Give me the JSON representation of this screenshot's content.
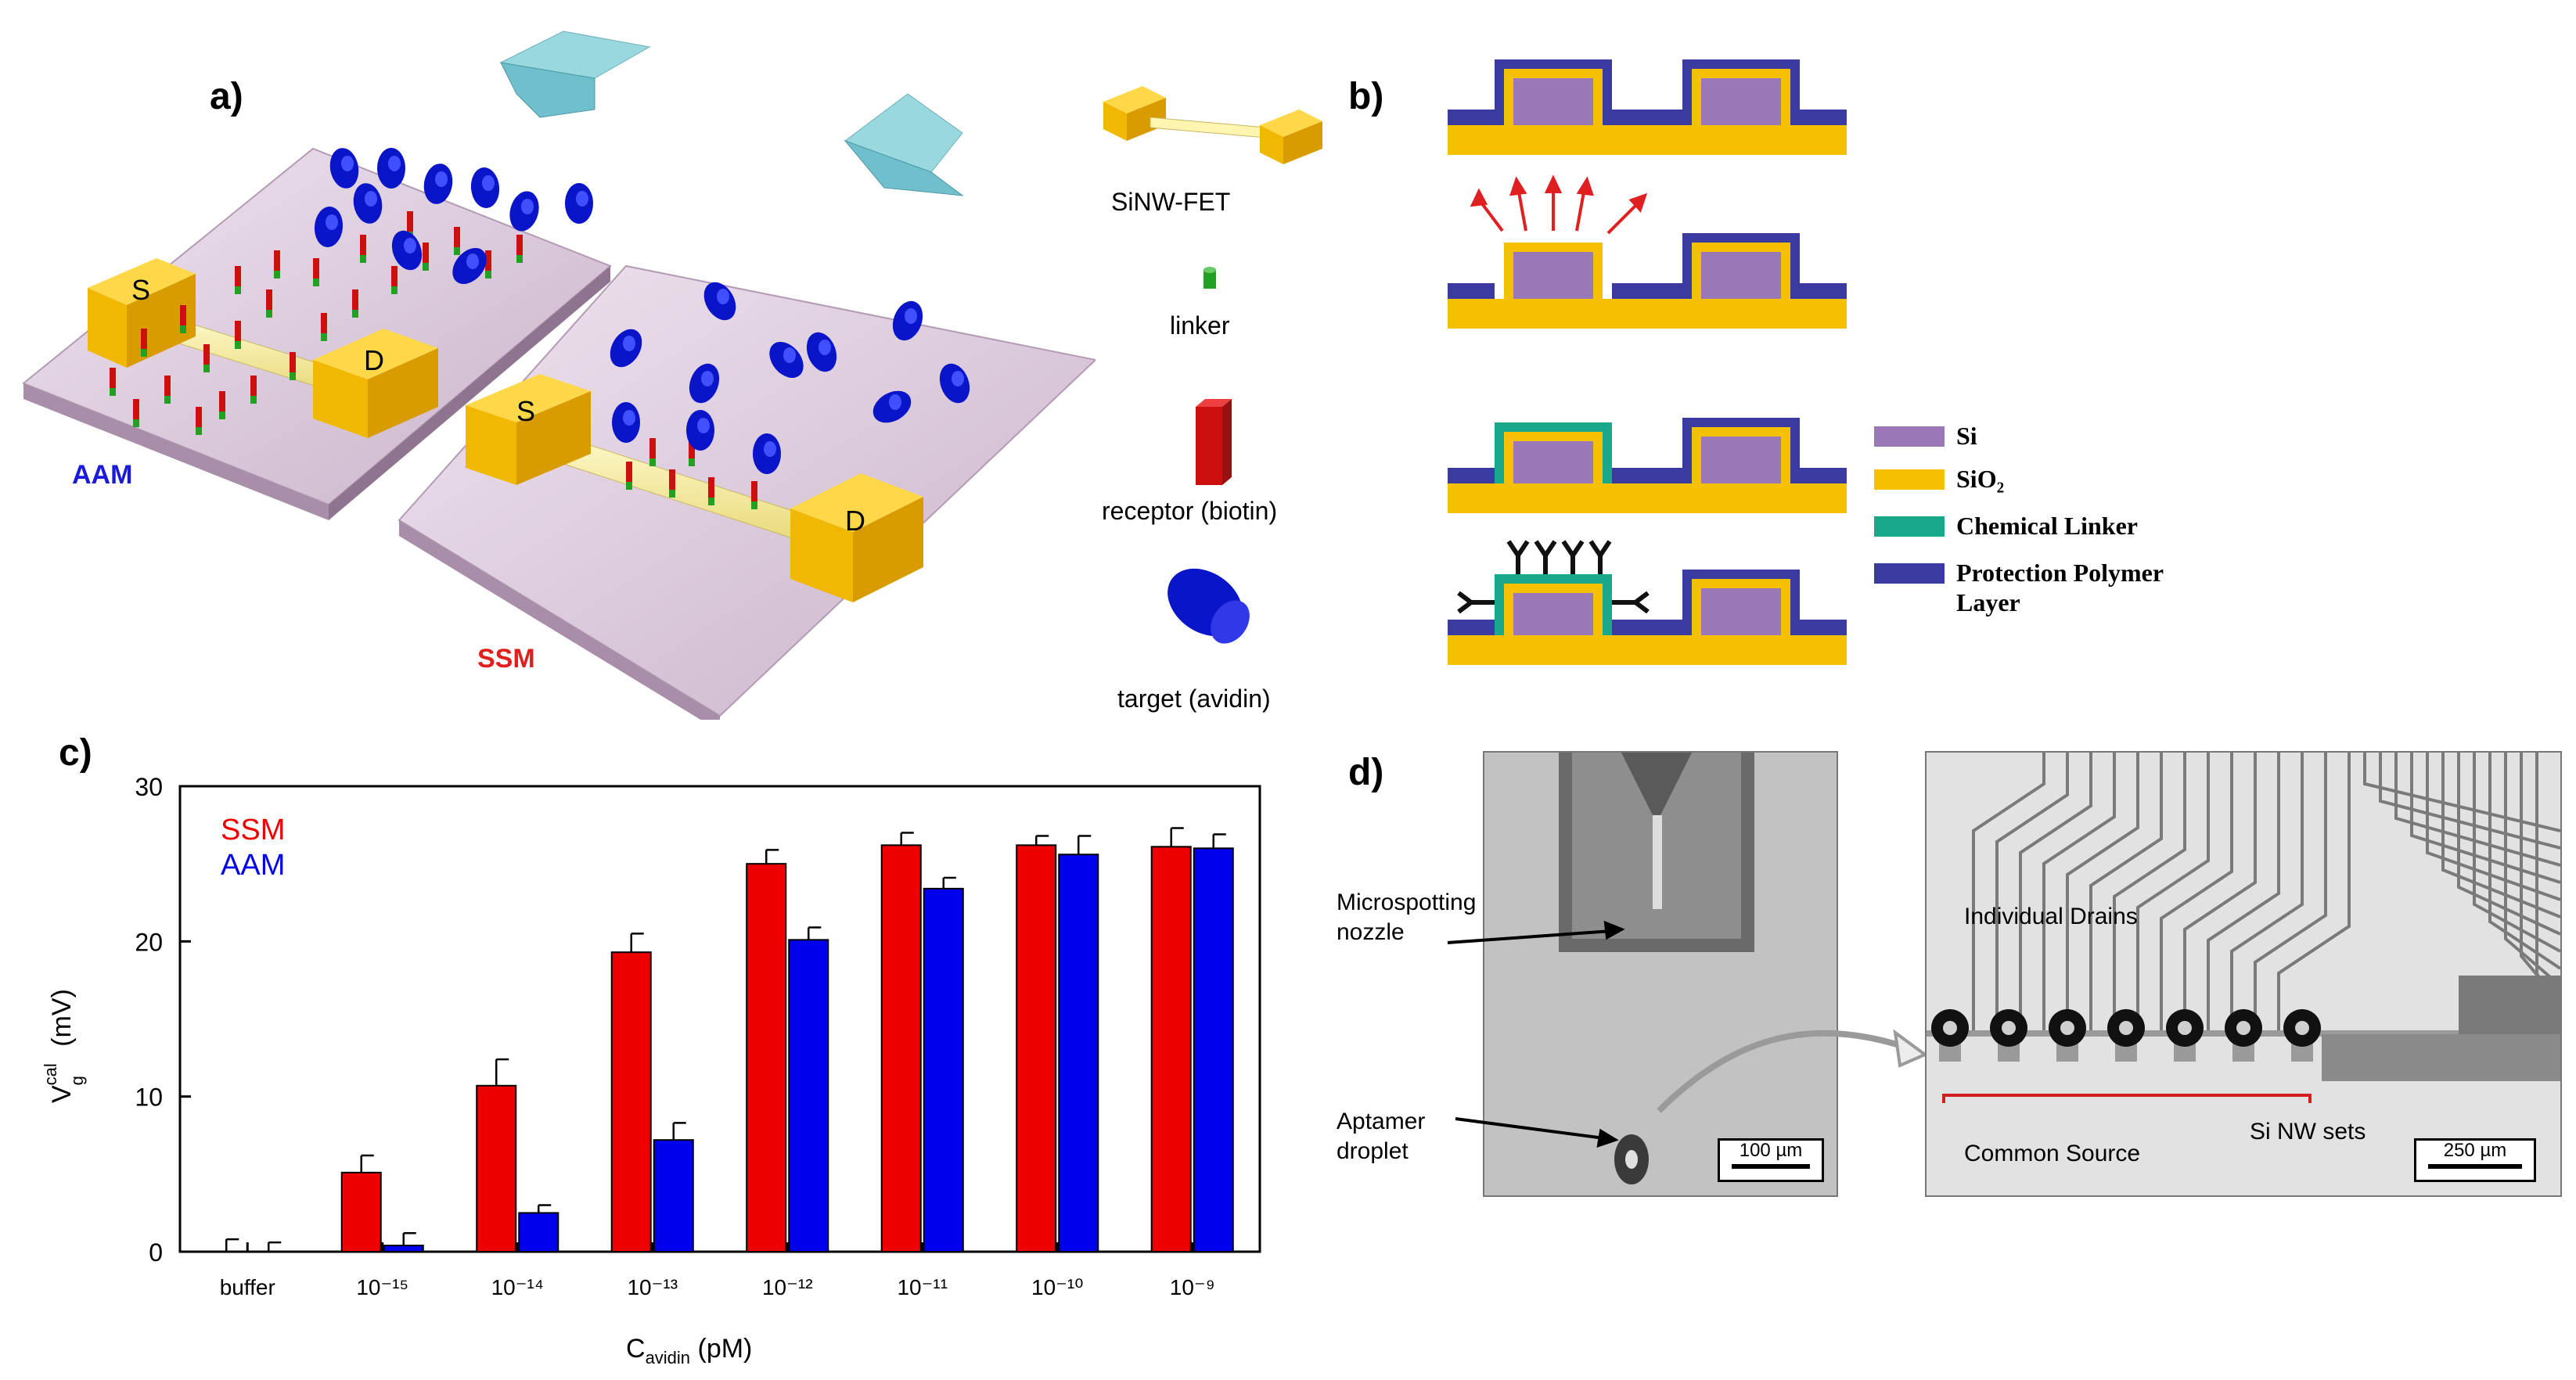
{
  "panels": {
    "a": {
      "letter": "a)",
      "label_aam": "AAM",
      "label_ssm": "SSM",
      "electrode_s": "S",
      "electrode_d": "D",
      "legend": [
        {
          "label": "SiNW-FET",
          "icon": "sinw-fet-icon"
        },
        {
          "label": "linker",
          "icon": "linker-icon"
        },
        {
          "label": "receptor (biotin)",
          "icon": "receptor-icon"
        },
        {
          "label": "target (avidin)",
          "icon": "target-icon"
        }
      ],
      "colors": {
        "aam": "#1a1adb",
        "ssm": "#e0201f",
        "electrode": "#f5c000",
        "substrate": "#d8c6d8",
        "target": "#0a14c8",
        "receptor": "#cc1010",
        "linker": "#22a022"
      }
    },
    "b": {
      "letter": "b)",
      "legend": [
        {
          "label": "Si",
          "color": "#9a78b8"
        },
        {
          "label": "SiO₂",
          "color": "#f5c000"
        },
        {
          "label": "Chemical Linker",
          "color": "#1aa88a"
        },
        {
          "label": "Protection Polymer Layer",
          "color": "#3a3aa0"
        }
      ]
    },
    "c": {
      "letter": "c)",
      "legend_ssm": "SSM",
      "legend_aam": "AAM",
      "ylabel_main": "V",
      "ylabel_sub": "g",
      "ylabel_sup": "cal",
      "ylabel_unit": " (mV)",
      "xlabel_main": "C",
      "xlabel_sub": "avidin",
      "xlabel_unit": " (pM)"
    },
    "d": {
      "letter": "d)",
      "left_labels": {
        "nozzle": "Microspotting nozzle",
        "droplet": "Aptamer droplet",
        "scale": "100 µm"
      },
      "right_labels": {
        "drains": "Individual Drains",
        "source": "Common Source",
        "sets": "Si NW sets",
        "scale": "250 µm"
      }
    }
  },
  "chart_data": {
    "type": "bar",
    "categories": [
      "buffer",
      "10⁻¹⁵",
      "10⁻¹⁴",
      "10⁻¹³",
      "10⁻¹²",
      "10⁻¹¹",
      "10⁻¹⁰",
      "10⁻⁹"
    ],
    "series": [
      {
        "name": "SSM",
        "color": "#ee0000",
        "values": [
          0,
          5.1,
          10.7,
          19.3,
          25.0,
          26.2,
          26.2,
          26.1
        ],
        "errors": [
          0.8,
          1.1,
          1.7,
          1.2,
          0.9,
          0.8,
          0.6,
          1.2
        ]
      },
      {
        "name": "AAM",
        "color": "#0000ee",
        "values": [
          0,
          0.4,
          2.5,
          7.2,
          20.1,
          23.4,
          25.6,
          26.0
        ],
        "errors": [
          0.6,
          0.8,
          0.5,
          1.1,
          0.8,
          0.7,
          1.2,
          0.9
        ]
      }
    ],
    "ylim": [
      0,
      30
    ],
    "yticks": [
      0,
      10,
      20,
      30
    ],
    "ylabel": "Vgcal (mV)",
    "xlabel": "Cavidin (pM)",
    "legend": "top-left"
  }
}
